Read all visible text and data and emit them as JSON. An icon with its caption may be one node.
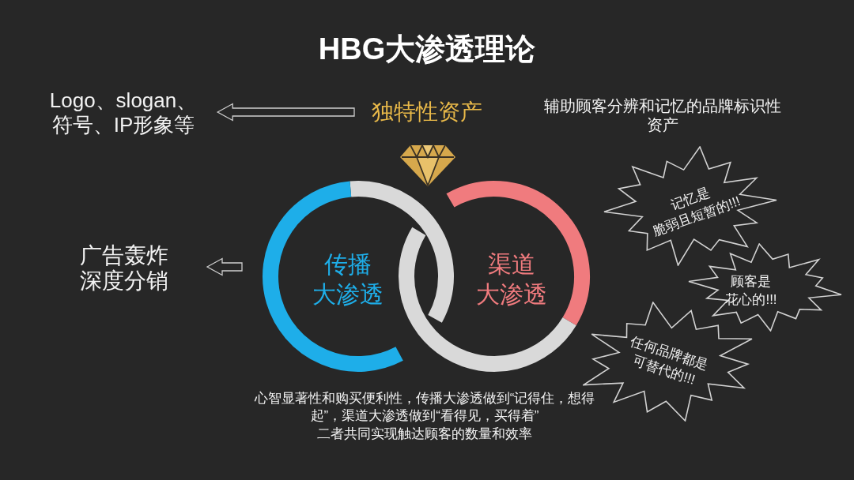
{
  "diagram": {
    "title": "HBG大渗透理论",
    "nodes": [
      {
        "text": [
          "Logo、slogan、符号、IP形象等"
        ]
      },
      {
        "text": [
          "独特性资产"
        ]
      },
      {
        "text": [
          "广告轰炸",
          "深度分销"
        ]
      },
      {
        "text": [
          "传播大渗透"
        ]
      },
      {
        "text": [
          "渠道大渗透"
        ]
      },
      {
        "text": [
          "记忆是脆弱且短暂的!!!"
        ]
      },
      {
        "text": [
          "顾客是花心的!!!"
        ]
      },
      {
        "text": [
          "任何品牌都是可替代的!!!"
        ]
      }
    ],
    "edges": [
      {
        "from": 1,
        "to": 0,
        "arrow": "to"
      },
      {
        "from": 3,
        "to": 2,
        "arrow": "to"
      }
    ],
    "labels": [
      "辅助顾客分辨和记忆的品牌标识性资产",
      "心智显著性和购买便利性，传播大渗透做到“记得住，想得起”，渠道大渗透做到“看得见，买得着”",
      "二者共同实现触达顾客的数量和效率"
    ]
  }
}
